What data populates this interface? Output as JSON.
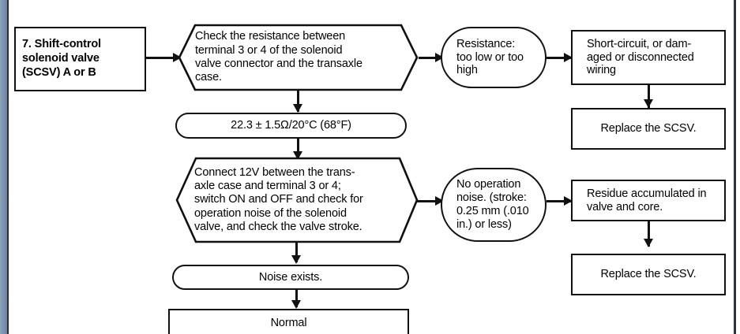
{
  "diagram": {
    "title": "Shift-control solenoid valve (SCSV) diagnostic flowchart",
    "nodes": {
      "start": {
        "label": "7. Shift-control solenoid valve (SCSV) A or B",
        "shape": "rect-bold"
      },
      "check_resistance": {
        "label": "Check the resistance between terminal 3 or 4 of the solenoid valve connector and the transaxle case.",
        "shape": "hexagon"
      },
      "resistance_bad": {
        "label": "Resistance: too low or too high",
        "shape": "stadium"
      },
      "short_circuit": {
        "label": "Short-circuit, or dam-aged or disconnected wiring",
        "shape": "rect"
      },
      "replace_scsv_top": {
        "label": "Replace the SCSV.",
        "shape": "rect"
      },
      "spec_value": {
        "label": "22.3 ± 1.5Ω/20°C (68°F)",
        "shape": "stadium"
      },
      "connect_12v": {
        "label": "Connect 12V between the trans-axle case and terminal 3 or 4; switch ON and OFF and check for operation noise of the solenoid valve, and check the valve stroke.",
        "shape": "hexagon"
      },
      "no_operation_noise": {
        "label": "No operation noise. (stroke: 0.25 mm (.010 in.) or less)",
        "shape": "stadium"
      },
      "residue": {
        "label": "Residue accumulated in valve and core.",
        "shape": "rect"
      },
      "replace_scsv_bottom": {
        "label": "Replace the SCSV.",
        "shape": "rect"
      },
      "noise_exists": {
        "label": "Noise exists.",
        "shape": "stadium"
      },
      "normal": {
        "label": "Normal",
        "shape": "rect"
      }
    },
    "node_lines": {
      "start": [
        "7. Shift-control",
        "solenoid valve",
        "(SCSV) A or B"
      ],
      "check_resistance": [
        "Check the resistance between",
        "terminal 3 or 4 of the solenoid",
        "valve connector and the transaxle",
        "case."
      ],
      "resistance_bad": [
        "Resistance:",
        "too low or too",
        "high"
      ],
      "short_circuit": [
        "Short-circuit, or dam-",
        "aged or disconnected",
        "wiring"
      ],
      "connect_12v": [
        "Connect 12V between the trans-",
        "axle case and terminal 3 or 4;",
        "switch ON and OFF and check for",
        "operation noise of the solenoid",
        "valve, and check the valve stroke."
      ],
      "no_operation_noise": [
        "No operation",
        "noise. (stroke:",
        "0.25 mm (.010",
        "in.) or less)"
      ],
      "residue": [
        "Residue accumulated in",
        "valve and core."
      ]
    },
    "colors": {
      "stroke": "#111111",
      "background": "#ffffff",
      "page_edge": "#7f94b0"
    }
  }
}
